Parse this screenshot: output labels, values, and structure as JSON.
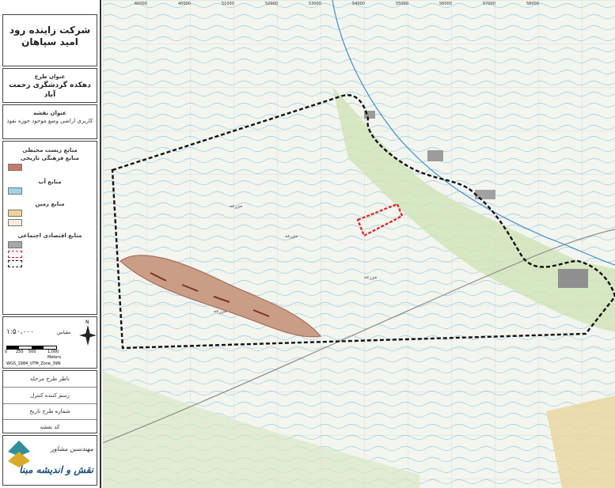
{
  "legend": {
    "company_line1": "شرکت زاینده رود",
    "company_line2": "امید سپاهان",
    "project_label": "عنوان طرح",
    "project_name": "دهکده گردشگری رحمت آباد",
    "map_label": "عنوان نقشه",
    "map_name": "کاربری اراضی وضع موجود حوزه نفوذ",
    "sections": [
      "منابع زیست محیطی",
      "منابع فرهنگی تاریخی",
      "منابع آب",
      "منابع زمین",
      "منابع اقتصادی اجتماعی"
    ],
    "scale_label": "مقیاس",
    "scale_value": "۱:۵۰،۰۰۰",
    "scale_ticks": [
      "0",
      "250",
      "500",
      "1,000"
    ],
    "scale_unit": "Meters",
    "projection": "WGS_1984_UTM_Zone_39N",
    "north": "N",
    "meta_rows": [
      "ناظر طرح    مرحله",
      "رسم کننده    کنترل",
      "شماره طرح    تاریخ",
      "کد نقشه"
    ],
    "firm_line1": "مهندسین مشاور",
    "firm_line2": "نقش و اندیشه مبنا",
    "colors": {
      "study_boundary": "#111111",
      "site_boundary": "#e0201c",
      "relief": "#b98a72"
    }
  },
  "map": {
    "top_ticks": [
      "60000",
      "40000",
      "51000",
      "52000",
      "53000",
      "54000",
      "55000",
      "56000",
      "57000",
      "58000"
    ],
    "place_labels": [
      "مزرعه",
      "مزرعه",
      "مزرعه",
      "مزرعه"
    ]
  }
}
